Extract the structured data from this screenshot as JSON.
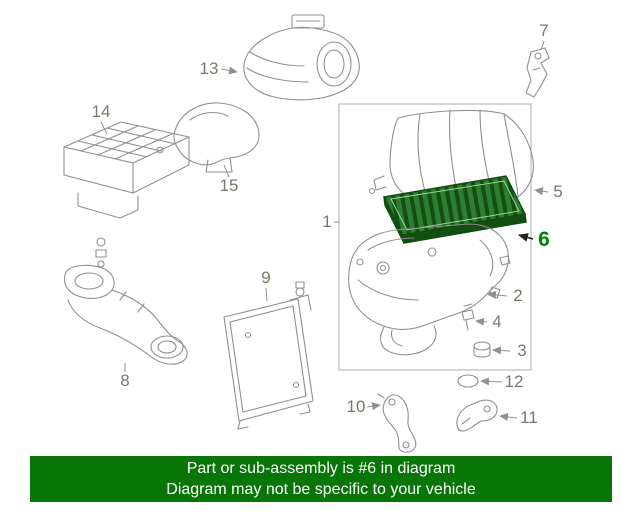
{
  "banner": {
    "line1": "Part or sub-assembly is #6 in diagram",
    "line2": "Diagram may not be specific to your vehicle"
  },
  "highlighted_part": "6",
  "parts": [
    {
      "num": "1"
    },
    {
      "num": "2"
    },
    {
      "num": "3"
    },
    {
      "num": "4"
    },
    {
      "num": "5"
    },
    {
      "num": "6"
    },
    {
      "num": "7"
    },
    {
      "num": "8"
    },
    {
      "num": "9"
    },
    {
      "num": "10"
    },
    {
      "num": "11"
    },
    {
      "num": "12"
    },
    {
      "num": "13"
    },
    {
      "num": "14"
    },
    {
      "num": "15"
    }
  ],
  "colors": {
    "banner_bg": "#077607",
    "banner_text": "#ffffff",
    "diagram_line": "#909090",
    "box_line": "#bbbbbb",
    "label_text": "#7b7868",
    "highlight_text": "#008000",
    "arrow_highlight": "#222222",
    "filter_mid": "#2f7e2f",
    "filter_dark": "#134f13",
    "filter_outline": "#0c4f0c"
  }
}
